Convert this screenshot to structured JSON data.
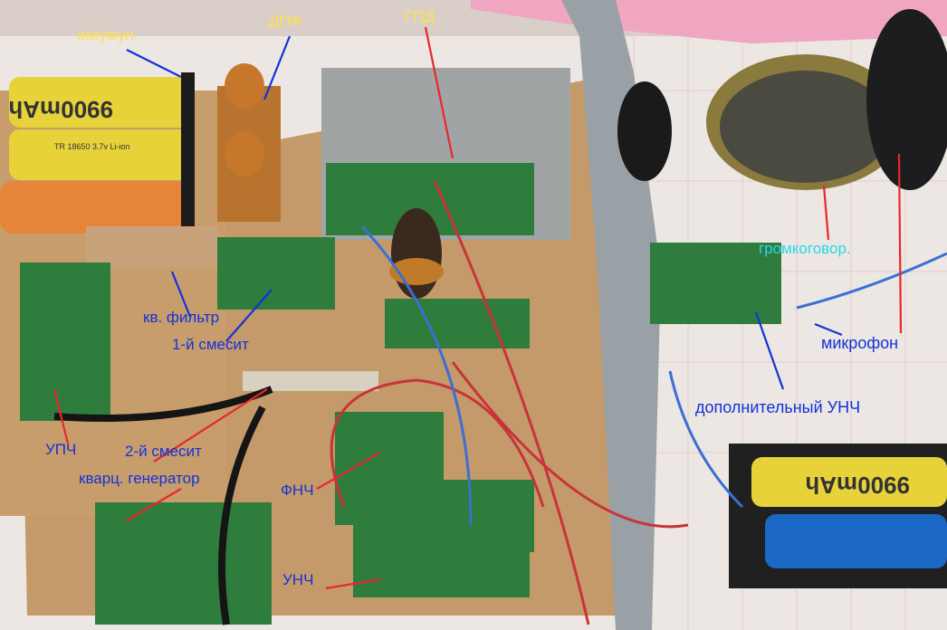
{
  "labels": {
    "battery": "аккумул.",
    "bandpass_filter": "ДПФ",
    "vfo": "ГПД",
    "crystal_filter": "кв. фильтр",
    "first_mixer": "1-й смесит",
    "if_amp": "УПЧ",
    "second_mixer": "2-й смесит",
    "crystal_oscillator": "кварц. генератор",
    "lowpass_filter": "ФНЧ",
    "audio_amp": "УНЧ",
    "loudspeaker": "громкоговор.",
    "microphone": "микрофон",
    "extra_audio_amp": "дополнительный УНЧ"
  },
  "battery_text": {
    "capacity": "9900mAh",
    "model": "TR 18650 3.7v Li-ion"
  },
  "colors": {
    "label_yellow": "#ffe24a",
    "label_blue": "#1432d8",
    "label_cyan": "#29d6ee",
    "pointer_red": "#e8282b",
    "pointer_blue": "#1432d8",
    "pcb_green": "#2f7d3d",
    "cardboard": "#c49a6a"
  }
}
